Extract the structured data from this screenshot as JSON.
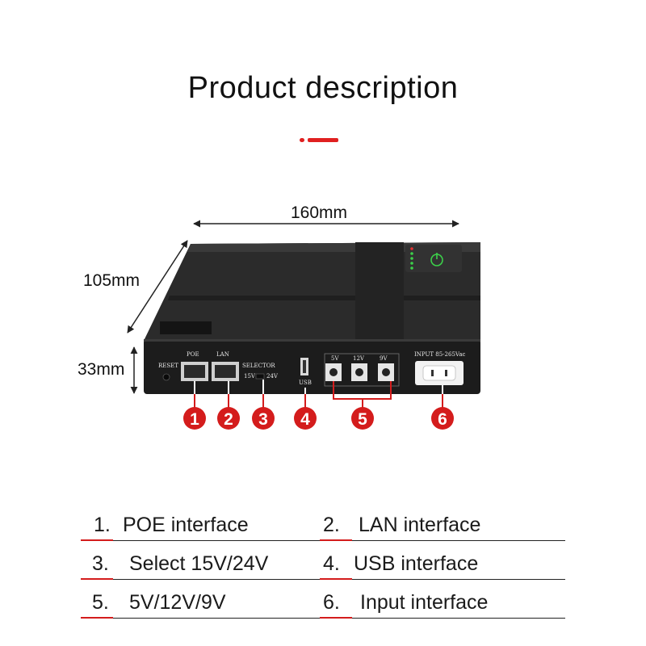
{
  "title": "Product description",
  "accent_color": "#e02020",
  "callout_color": "#d41c1c",
  "dimensions": {
    "width": "160mm",
    "depth": "105mm",
    "height": "33mm"
  },
  "device": {
    "ports": {
      "reset": "RESET",
      "poe": "POE",
      "lan": "LAN",
      "selector": "SELECTOR",
      "sel_low": "15V",
      "sel_high": "24V",
      "usb": "USB",
      "dc_5v": "5V",
      "dc_12v": "12V",
      "dc_9v": "9V",
      "input": "INPUT 85-265Vac"
    },
    "callouts": [
      "1",
      "2",
      "3",
      "4",
      "5",
      "6"
    ]
  },
  "features": [
    {
      "num": "1.",
      "label": "POE interface"
    },
    {
      "num": "2.",
      "label": "LAN interface"
    },
    {
      "num": "3.",
      "label": "Select 15V/24V"
    },
    {
      "num": "4.",
      "label": "USB interface"
    },
    {
      "num": "5.",
      "label": "5V/12V/9V"
    },
    {
      "num": "6.",
      "label": "Input interface"
    }
  ]
}
